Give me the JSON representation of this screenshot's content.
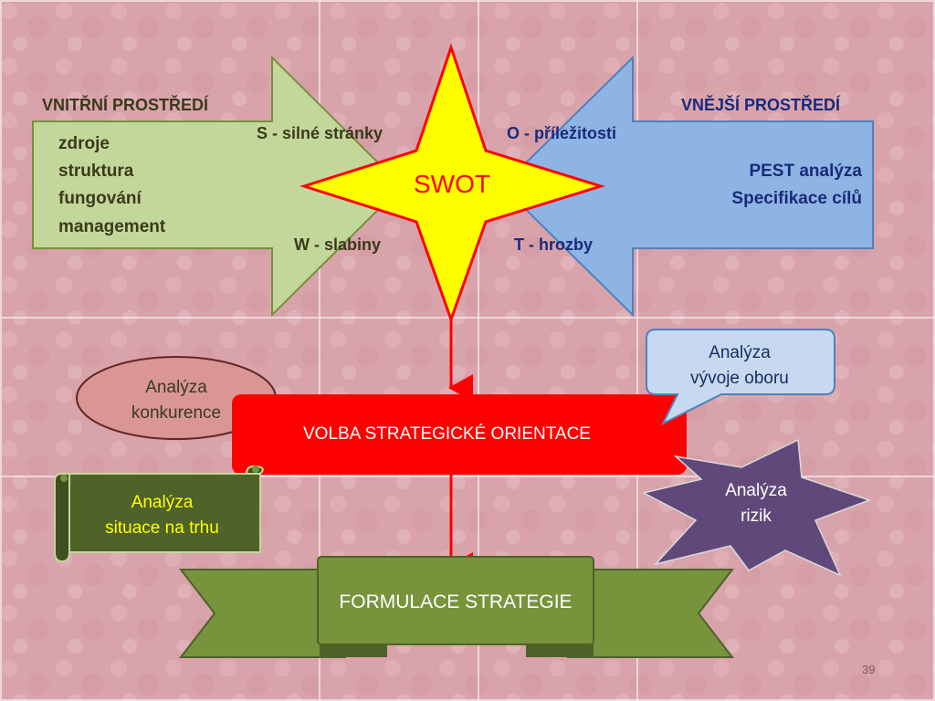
{
  "slide": {
    "internal_title": "VNITŘNÍ PROSTŘEDÍ",
    "external_title": "VNĚJŠÍ PROSTŘEDÍ",
    "internal_items": [
      "zdroje",
      "struktura",
      "fungování",
      "management"
    ],
    "external_items": [
      "PEST analýza",
      "Specifikace cílů"
    ],
    "swot": {
      "center": "SWOT",
      "s": "S - silné stránky",
      "w": "W - slabiny",
      "o": "O - příležitosti",
      "t": "T - hrozby"
    },
    "orientation": "VOLBA STRATEGICKÉ ORIENTACE",
    "formulation": "FORMULACE STRATEGIE",
    "competition": [
      "Analýza",
      "konkurence"
    ],
    "industry": [
      "Analýza",
      "vývoje oboru"
    ],
    "market": [
      "Analýza",
      "situace na trhu"
    ],
    "risks": [
      "Analýza",
      "rizik"
    ],
    "page_number": "39"
  },
  "colors": {
    "background": "#d9a3ab",
    "left_arrow": "#c4d79b",
    "right_arrow": "#8eb4e3",
    "star": "#ffff00",
    "red_box": "#ff0000",
    "ribbon": "#77933c",
    "scroll": "#4f6228",
    "ellipse": "#d99694",
    "callout": "#c6d9f1",
    "burst": "#60497a"
  }
}
